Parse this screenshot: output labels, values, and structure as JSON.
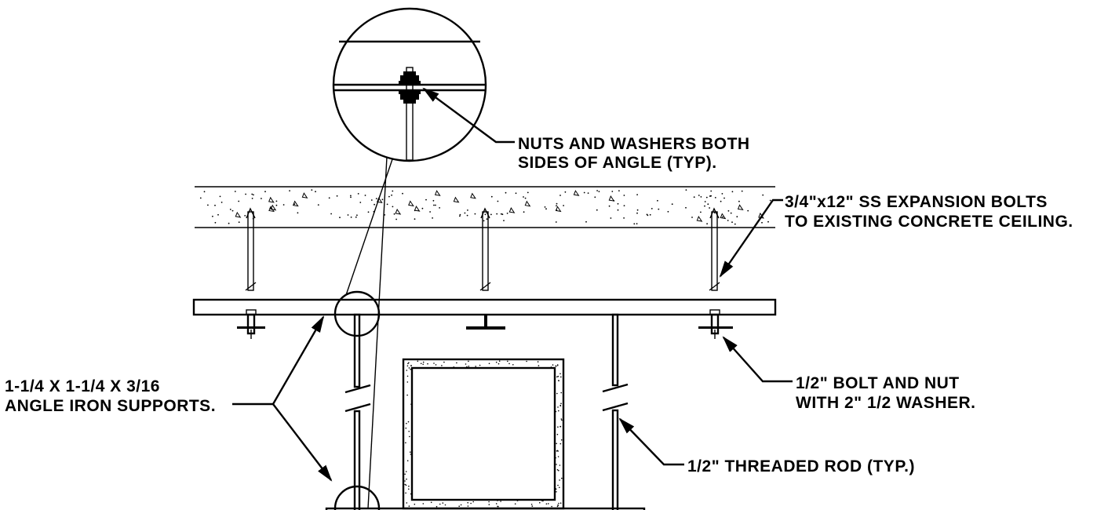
{
  "annotations": {
    "nuts_washers": [
      "NUTS AND WASHERS BOTH",
      "SIDES OF ANGLE (TYP)."
    ],
    "expansion_bolts": [
      "3/4\"x12\" SS EXPANSION BOLTS",
      "TO EXISTING CONCRETE CEILING."
    ],
    "bolt_nut": [
      "1/2\" BOLT AND NUT",
      "WITH 2\" 1/2 WASHER."
    ],
    "angle_iron": [
      "1-1/4 X 1-1/4 X 3/16",
      "ANGLE IRON SUPPORTS."
    ],
    "threaded_rod": [
      "1/2\" THREADED ROD (TYP.)"
    ]
  },
  "colors": {
    "line": "#000000",
    "background": "#ffffff"
  }
}
